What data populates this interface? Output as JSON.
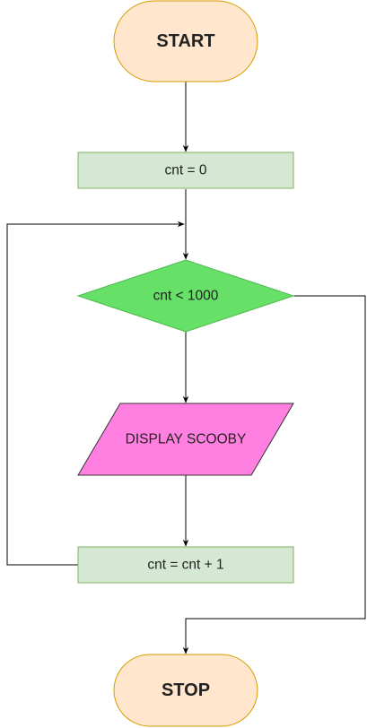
{
  "flowchart": {
    "start": {
      "label": "START"
    },
    "init": {
      "label": "cnt = 0"
    },
    "condition": {
      "label": "cnt < 1000"
    },
    "output": {
      "label": "DISPLAY SCOOBY"
    },
    "increment": {
      "label": "cnt = cnt + 1"
    },
    "stop": {
      "label": "STOP"
    }
  },
  "colors": {
    "terminal_fill": "#FFE6CC",
    "terminal_stroke": "#D79B00",
    "process_fill": "#D5E8D4",
    "process_stroke": "#82B366",
    "decision_fill": "#66E066",
    "decision_stroke": "#55B855",
    "io_fill": "#FF80E0",
    "io_stroke": "#333333"
  }
}
